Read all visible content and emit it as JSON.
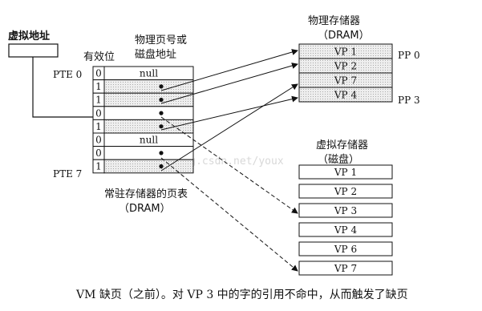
{
  "virtual_address": {
    "label": "虚拟地址"
  },
  "page_table": {
    "col_valid": "有效位",
    "col_addr_line1": "物理页号或",
    "col_addr_line2": "磁盘地址",
    "pte0_label": "PTE 0",
    "pte7_label": "PTE 7",
    "rows": [
      {
        "valid": "0",
        "addr": "null",
        "shaded": false
      },
      {
        "valid": "1",
        "addr": "",
        "shaded": true
      },
      {
        "valid": "1",
        "addr": "",
        "shaded": true
      },
      {
        "valid": "0",
        "addr": "",
        "shaded": false
      },
      {
        "valid": "1",
        "addr": "",
        "shaded": true
      },
      {
        "valid": "0",
        "addr": "null",
        "shaded": false
      },
      {
        "valid": "0",
        "addr": "",
        "shaded": false
      },
      {
        "valid": "1",
        "addr": "",
        "shaded": true
      }
    ],
    "title_line1": "常驻存储器的页表",
    "title_line2": "（DRAM）"
  },
  "physical_memory": {
    "title_line1": "物理存储器",
    "title_line2": "（DRAM）",
    "pages": [
      "VP 1",
      "VP 2",
      "VP 7",
      "VP 4"
    ],
    "pp0_label": "PP 0",
    "pp3_label": "PP 3"
  },
  "virtual_memory": {
    "title_line1": "虚拟存储器",
    "title_line2": "（磁盘）",
    "pages": [
      "VP 1",
      "VP 2",
      "VP 3",
      "VP 4",
      "VP 6",
      "VP 7"
    ]
  },
  "watermark": "http://blog.csdn.net/youx",
  "caption": "VM 缺页（之前）。对 VP 3 中的字的引用不命中，从而触发了缺页"
}
